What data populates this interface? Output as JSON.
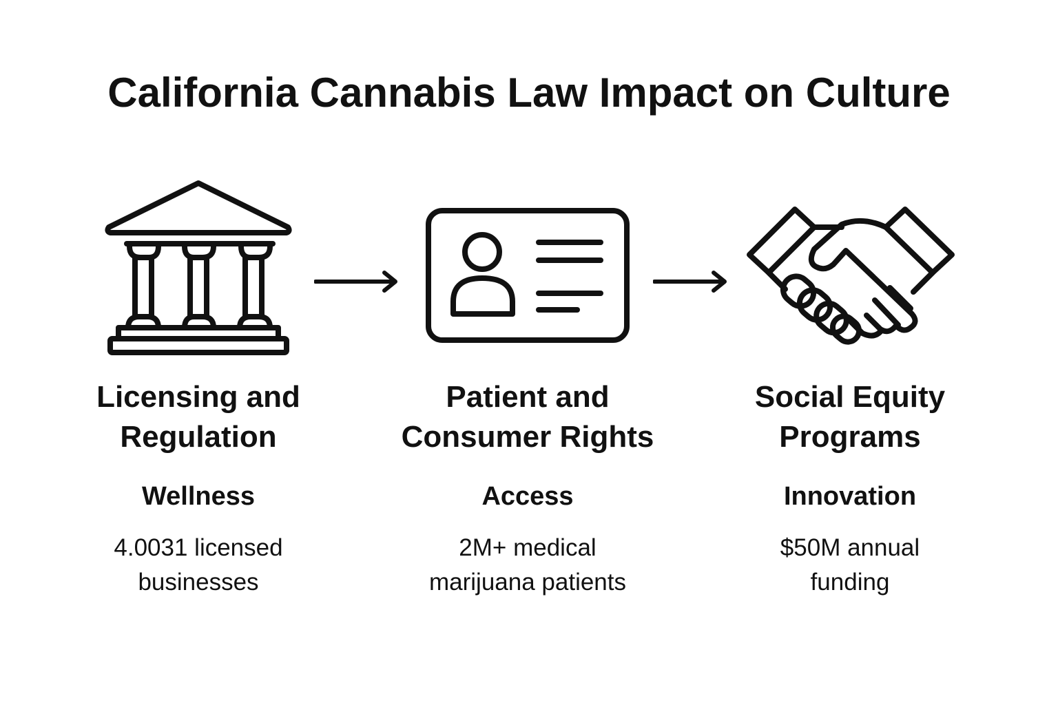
{
  "title": "California Cannabis Law Impact on Culture",
  "steps": [
    {
      "icon": "courthouse-icon",
      "heading_line1": "Licensing and",
      "heading_line2": "Regulation",
      "theme": "Wellness",
      "stat_line1": "4.0031 licensed",
      "stat_line2": "businesses"
    },
    {
      "icon": "id-card-icon",
      "heading_line1": "Patient and",
      "heading_line2": "Consumer Rights",
      "theme": "Access",
      "stat_line1": "2M+  medical",
      "stat_line2": "marijuana patients"
    },
    {
      "icon": "handshake-icon",
      "heading_line1": "Social Equity",
      "heading_line2": "Programs",
      "theme": "Innovation",
      "stat_line1": "$50M annual",
      "stat_line2": "funding"
    }
  ],
  "connectors": [
    "arrow-right-icon",
    "arrow-right-icon"
  ],
  "colors": {
    "ink": "#111111",
    "background": "#ffffff"
  }
}
